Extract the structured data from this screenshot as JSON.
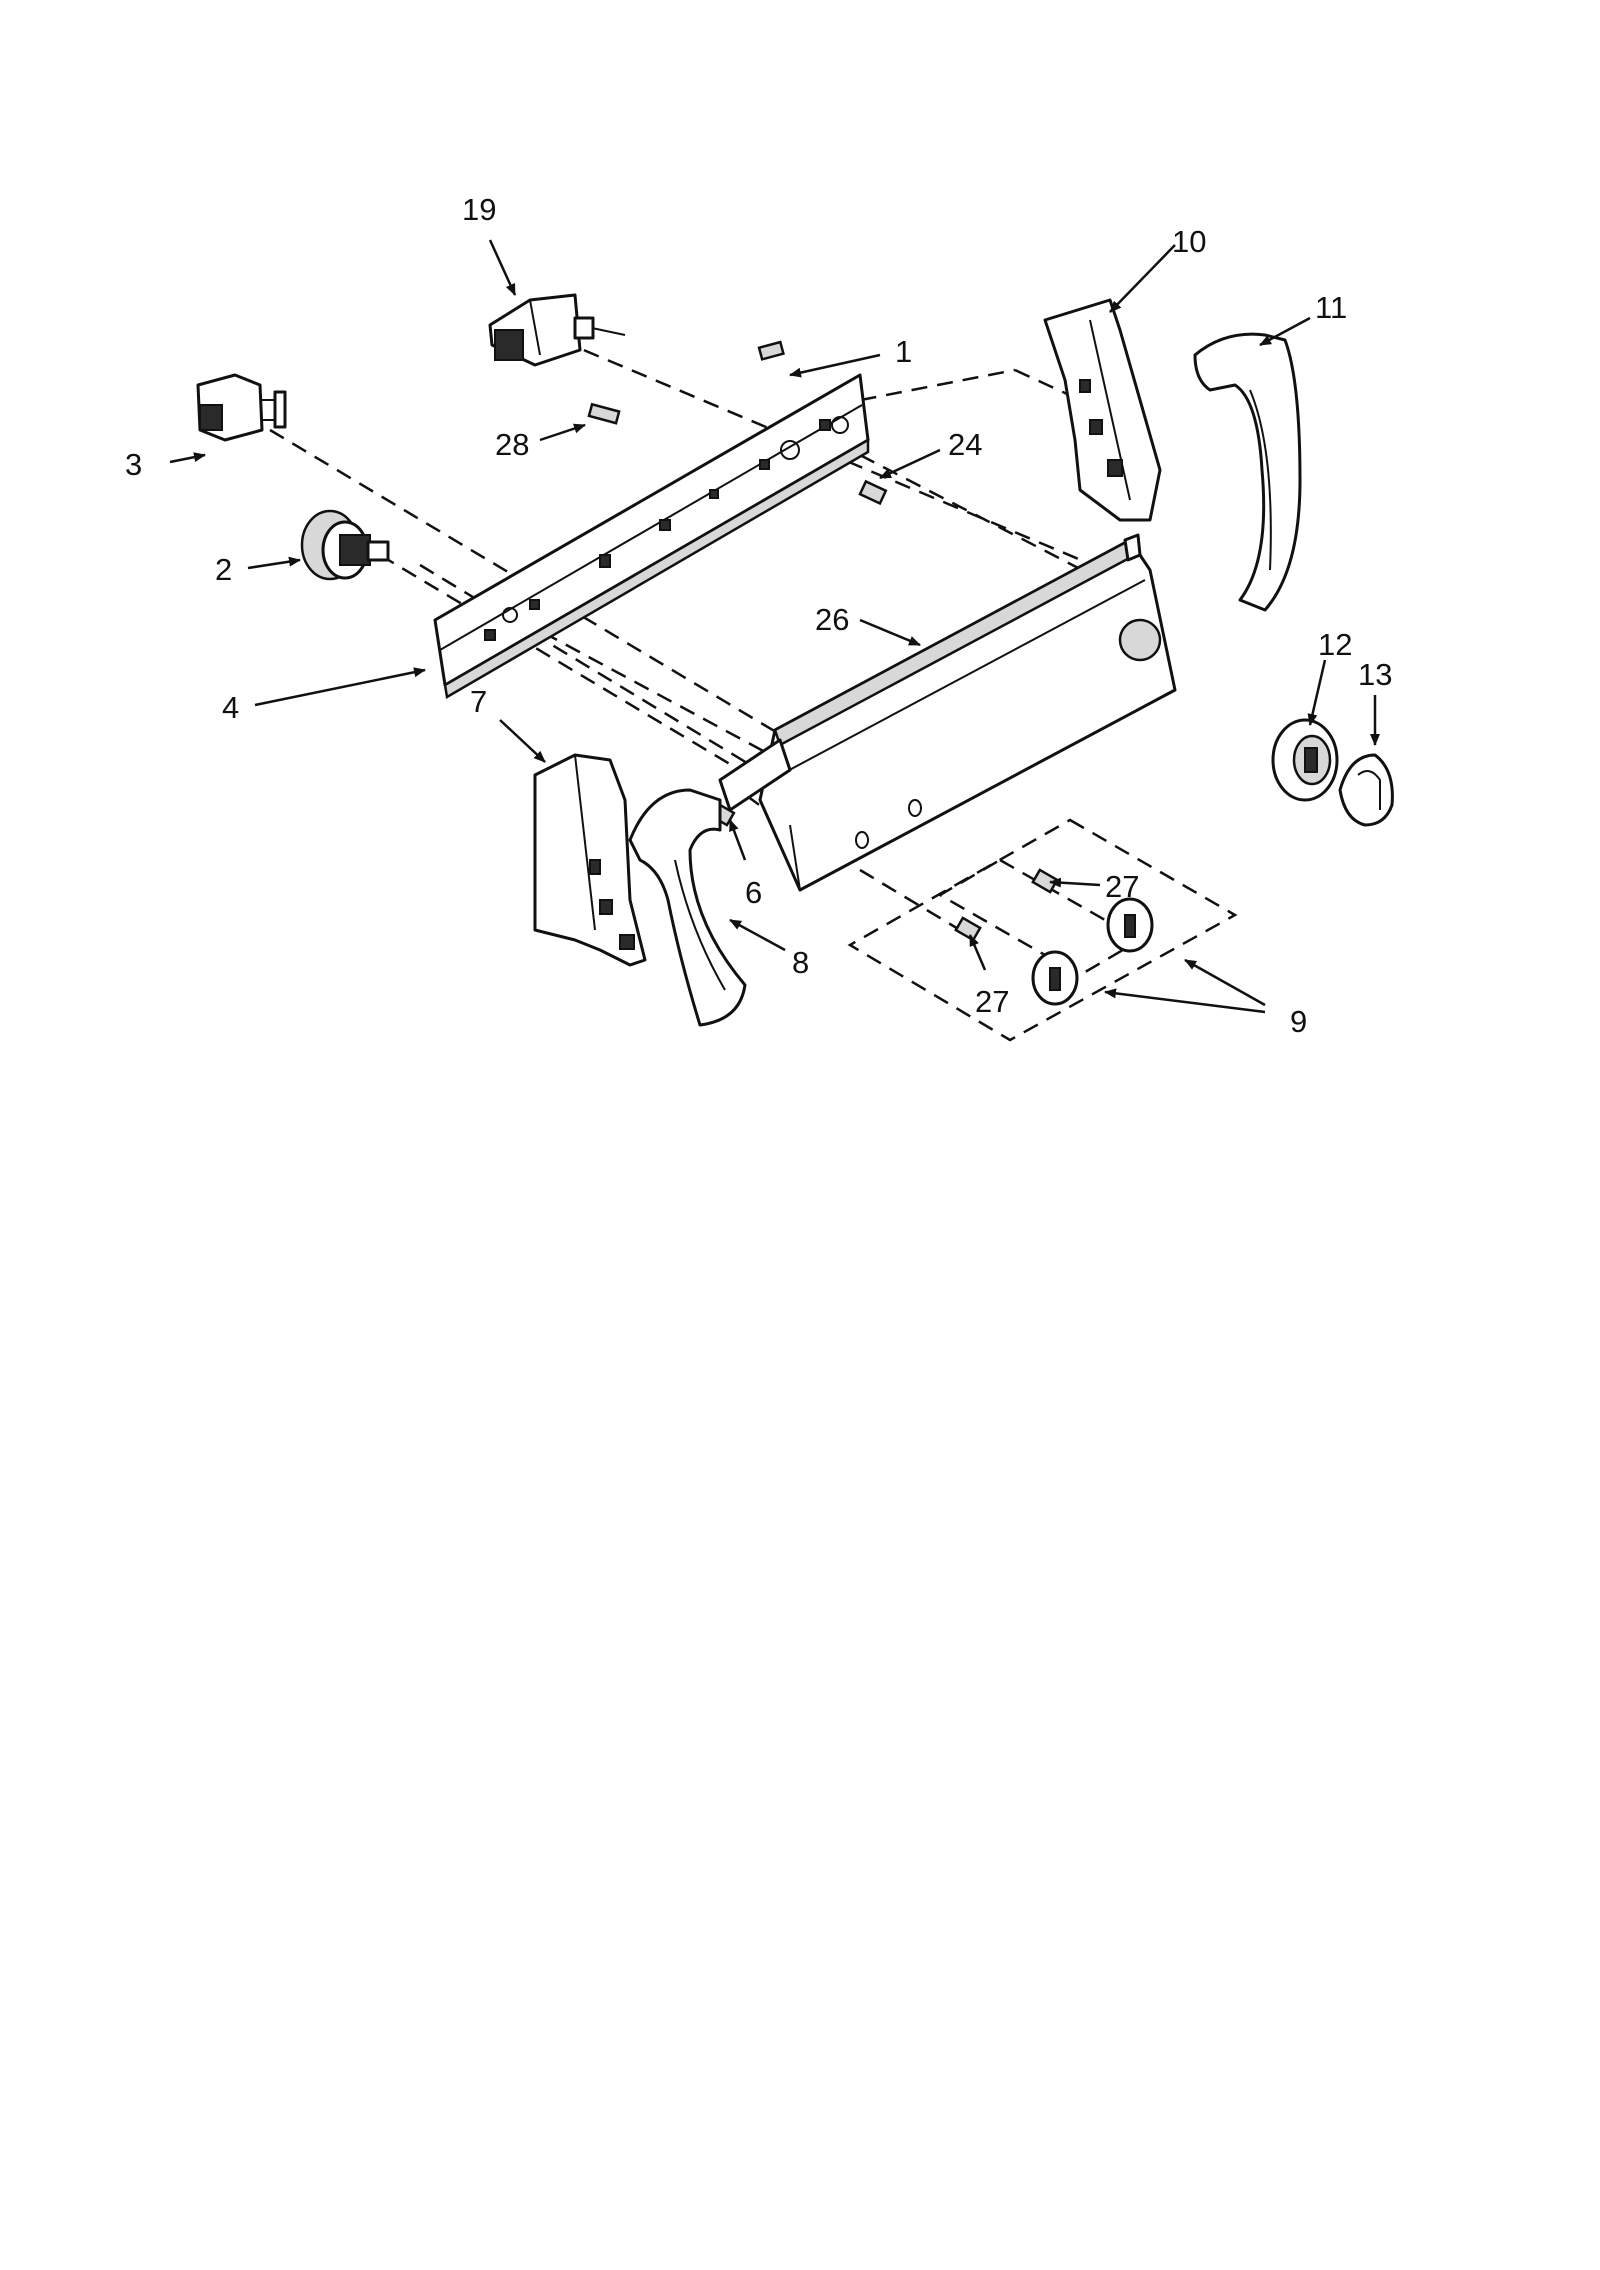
{
  "diagram": {
    "callouts": {
      "c1": "1",
      "c2": "2",
      "c3": "3",
      "c4": "4",
      "c6": "6",
      "c7": "7",
      "c8": "8",
      "c9": "9",
      "c10": "10",
      "c11": "11",
      "c12": "12",
      "c13": "13",
      "c19": "19",
      "c24": "24",
      "c26": "26",
      "c27a": "27",
      "c27b": "27",
      "c28": "28"
    }
  }
}
